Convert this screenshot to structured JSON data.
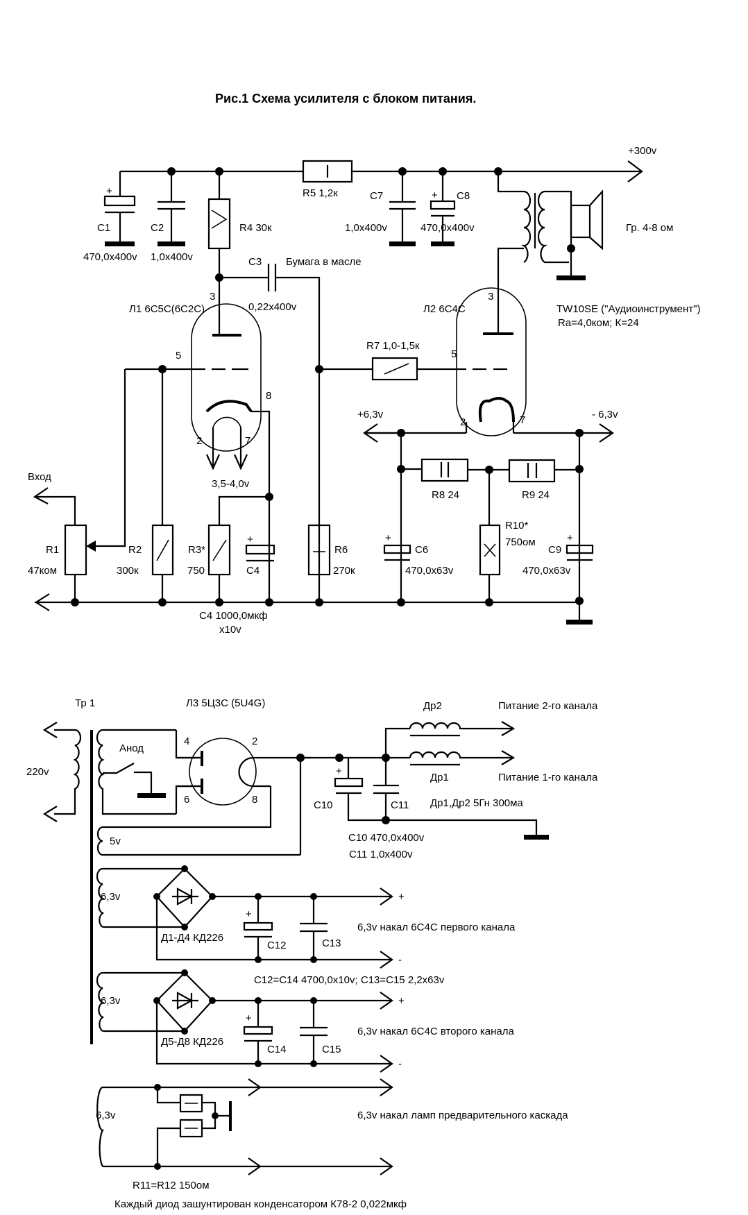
{
  "title": "Рис.1 Схема усилителя с блоком питания.",
  "amplifier": {
    "supply_out": "+300v",
    "r5": "R5 1,2к",
    "c1": {
      "name": "C1",
      "value": "470,0x400v"
    },
    "c2": {
      "name": "C2",
      "value": "1,0x400v"
    },
    "r4": "R4 30к",
    "c7": {
      "name": "C7",
      "value": "1,0x400v"
    },
    "c8": {
      "name": "C8",
      "value": "470,0x400v"
    },
    "speaker": "Гр. 4-8 ом",
    "transformer_line1": "TW10SE (\"Аудиоинструмент\")",
    "transformer_line2": "Ra=4,0ком; К=24",
    "c3": {
      "name": "C3",
      "value": "0,22x400v",
      "note": "Бумага в масле"
    },
    "tube1": {
      "name": "Л1 6С5С(6С2С)",
      "pins": {
        "anode": "3",
        "grid": "5",
        "cathode": "8",
        "heater_a": "2",
        "heater_b": "7"
      },
      "heater_voltage": "3,5-4,0v"
    },
    "tube2": {
      "name": "Л2 6С4С",
      "pins": {
        "anode": "3",
        "grid": "5",
        "heater_a": "2",
        "heater_b": "7"
      }
    },
    "r7": "R7 1,0-1,5к",
    "input": "Вход",
    "r1": {
      "name": "R1",
      "value": "47ком"
    },
    "r2": {
      "name": "R2",
      "value": "300к"
    },
    "r3": {
      "name": "R3*",
      "value": "750"
    },
    "c4": {
      "name": "C4",
      "note_line1": "C4 1000,0мкф",
      "note_line2": "x10v"
    },
    "r6": {
      "name": "R6",
      "value": "270к"
    },
    "heater_plus": "+6,3v",
    "heater_minus": "- 6,3v",
    "r8": "R8 24",
    "r9": "R9 24",
    "r10": {
      "name": "R10*",
      "value": "750ом"
    },
    "c6": {
      "name": "C6",
      "value": "470,0x63v"
    },
    "c9": {
      "name": "C9",
      "value": "470,0x63v"
    }
  },
  "power_supply": {
    "transformer": "Тр 1",
    "mains": "220v",
    "anode_switch": "Анод",
    "rectifier": {
      "name": "Л3 5Ц3С (5U4G)",
      "pins": {
        "p4": "4",
        "p6": "6",
        "p2": "2",
        "p8": "8"
      }
    },
    "winding_5v": "5v",
    "c10": "C10",
    "c11": "C11",
    "c10_value": "C10 470,0x400v",
    "c11_value": "C11 1,0x400v",
    "dr2": "Др2",
    "dr1": "Др1",
    "dr_value": "Др1,Др2 5Гн 300ма",
    "out_ch2": "Питание 2-го канала",
    "out_ch1": "Питание 1-го канала",
    "bridge1": {
      "winding": "6,3v",
      "diodes": "Д1-Д4 КД226",
      "c_a": "C12",
      "c_b": "C13",
      "plus": "+",
      "minus": "-",
      "label": "6,3v накал 6С4С первого канала"
    },
    "cap_note": "C12=C14 4700,0x10v; C13=C15 2,2x63v",
    "bridge2": {
      "winding": "6,3v",
      "diodes": "Д5-Д8 КД226",
      "c_a": "C14",
      "c_b": "C15",
      "plus": "+",
      "minus": "-",
      "label": "6,3v накал 6С4С второго канала"
    },
    "preamp_heater": {
      "winding": "6,3v",
      "resistors": "R11=R12 150ом",
      "label": "6,3v накал ламп предварительного каскада"
    },
    "footnote": "Каждый диод зашунтирован конденсатором К78-2 0,022мкф"
  }
}
